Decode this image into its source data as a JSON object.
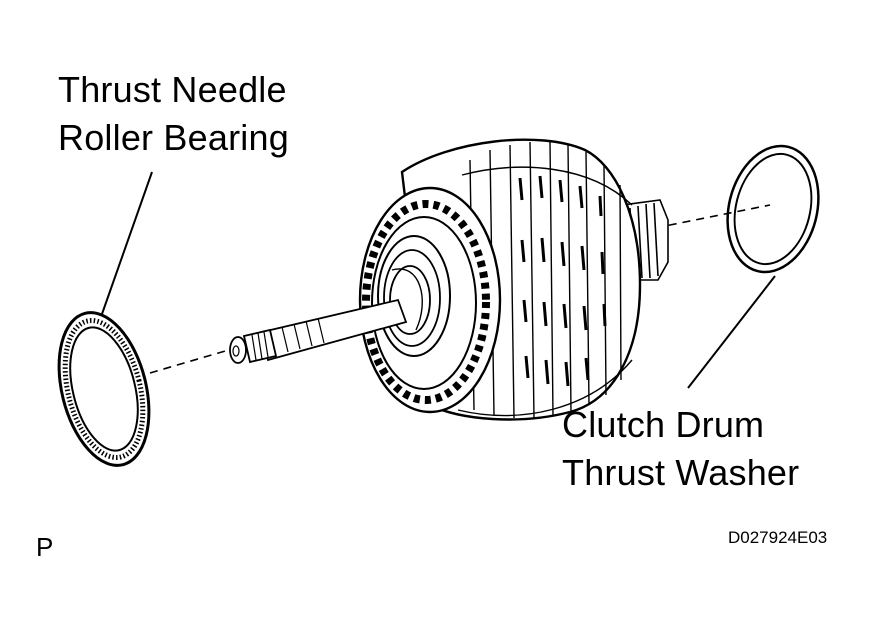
{
  "labels": {
    "bearing_line1": "Thrust Needle",
    "bearing_line2": "Roller Bearing",
    "washer_line1": "Clutch Drum",
    "washer_line2": "Thrust Washer",
    "view_letter": "P",
    "figure_code": "D027924E03"
  },
  "colors": {
    "ink": "#000000",
    "paper": "#ffffff"
  }
}
